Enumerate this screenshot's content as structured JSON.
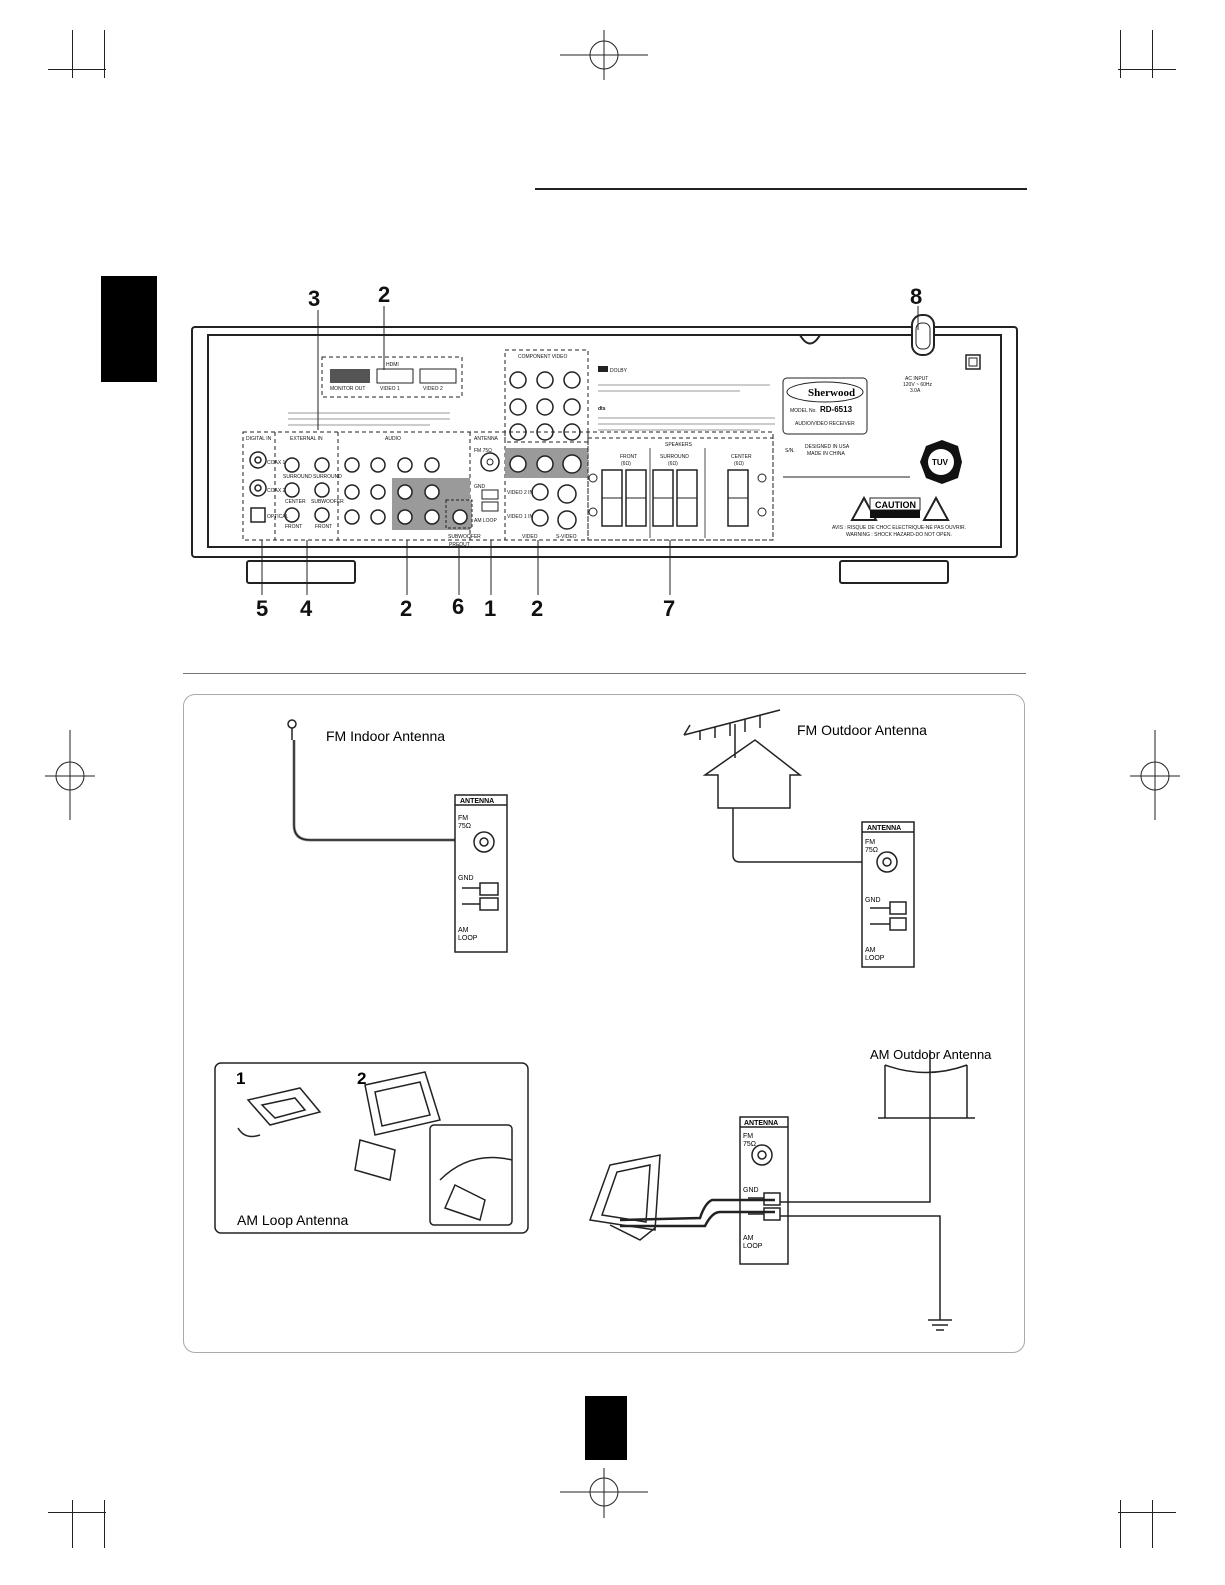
{
  "rear_panel": {
    "callouts_top": [
      "3",
      "2",
      "8"
    ],
    "callouts_bottom": [
      "5",
      "4",
      "2",
      "6",
      "1",
      "2",
      "7"
    ],
    "sections": {
      "digital_in": "DIGITAL IN",
      "external_in": "EXTERNAL IN",
      "audio": "AUDIO",
      "antenna": "ANTENNA",
      "component_video": "COMPONENT VIDEO",
      "speakers": "SPEAKERS",
      "hdmi": "HDMI",
      "hdmi_monitor_out": "MONITOR OUT",
      "hdmi_video1": "VIDEO 1",
      "hdmi_video2": "VIDEO 2",
      "front": "FRONT",
      "surround": "SURROUND",
      "center": "CENTER",
      "impedance": "(6Ω)",
      "video": "VIDEO",
      "s_video": "S-VIDEO",
      "video2_in": "VIDEO 2 IN",
      "video1_in": "VIDEO 1 IN",
      "fm_75": "FM 75Ω",
      "gnd": "GND",
      "am_loop": "AM LOOP",
      "preout": "PREOUT",
      "subwoofer": "SUBWOOFER"
    },
    "digital_labels": [
      "COAX 1",
      "COAX 2",
      "OPTICAL"
    ],
    "external_labels": [
      "SURROUND",
      "SURROUND",
      "CENTER",
      "SUBWOOFER",
      "FRONT",
      "FRONT"
    ],
    "brand": "Sherwood",
    "model_label": "MODEL No.",
    "model": "RD-6513",
    "product": "AUDIO/VIDEO RECEIVER",
    "designed": "DESIGNED IN USA",
    "made": "MADE IN CHINA",
    "sn": "S/N.",
    "ac_input": [
      "AC INPUT",
      "120V ~ 60Hz",
      "3.0A"
    ],
    "tuv": "TUV",
    "caution": "CAUTION",
    "warn_fr": "AVIS : RISQUE DE CHOC ELECTRIQUE-NE PAS OUVRIR.",
    "warn_en": "WARNING : SHOCK HAZARD-DO NOT OPEN.",
    "dolby": "DOLBY",
    "dts": "dts"
  },
  "antenna_box": {
    "fm_indoor": "FM Indoor Antenna",
    "fm_outdoor": "FM Outdoor Antenna",
    "am_outdoor": "AM Outdoor Antenna",
    "am_loop": "AM Loop Antenna",
    "step1": "1",
    "step2": "2",
    "antenna_title": "ANTENNA",
    "fm": "FM",
    "ohm": "75Ω",
    "gnd": "GND",
    "am": "AM",
    "loop": "LOOP"
  },
  "colors": {
    "panel_gray": "#9a9a9a",
    "line": "#222222",
    "box_border": "#aaaaaa"
  }
}
